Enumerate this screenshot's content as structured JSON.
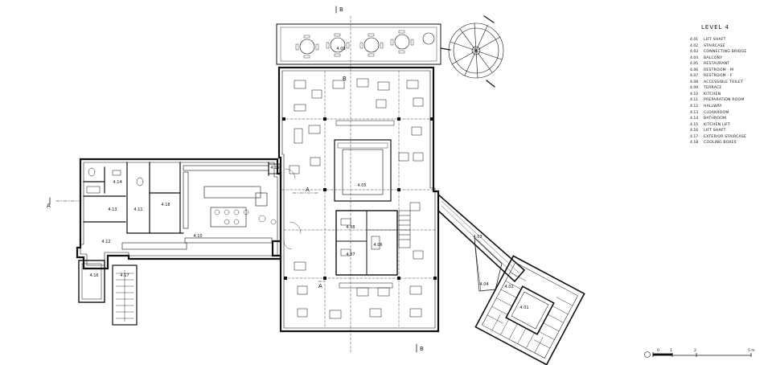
{
  "level_title": "LEVEL 4",
  "rooms": [
    {
      "num": "4.01",
      "name": "LIFT SHAFT"
    },
    {
      "num": "4.02",
      "name": "STAIRCASE"
    },
    {
      "num": "4.03",
      "name": "CONNECTING BRIDGE"
    },
    {
      "num": "4.04",
      "name": "BALCONY"
    },
    {
      "num": "4.05",
      "name": "RESTAURANT"
    },
    {
      "num": "4.06",
      "name": "RESTROOM - M"
    },
    {
      "num": "4.07",
      "name": "RESTROOM - F"
    },
    {
      "num": "4.08",
      "name": "ACCESSIBLE TOILET"
    },
    {
      "num": "4.09",
      "name": "TERRACE"
    },
    {
      "num": "4.10",
      "name": "KITCHEN"
    },
    {
      "num": "4.11",
      "name": "PREPARATION ROOM"
    },
    {
      "num": "4.12",
      "name": "HALLWAY"
    },
    {
      "num": "4.13",
      "name": "CLOAKROOM"
    },
    {
      "num": "4.14",
      "name": "BATHROOM"
    },
    {
      "num": "4.15",
      "name": "KITCHEN LIFT"
    },
    {
      "num": "4.16",
      "name": "LIFT SHAFT"
    },
    {
      "num": "4.17",
      "name": "EXTERIOR STAIRCASE"
    },
    {
      "num": "4.18",
      "name": "COOLING BOXES"
    }
  ],
  "section_marks": {
    "a": "A",
    "b": "B"
  },
  "scale_bar": {
    "zero": "0",
    "one": "1",
    "two": "2",
    "five": "5 m"
  }
}
